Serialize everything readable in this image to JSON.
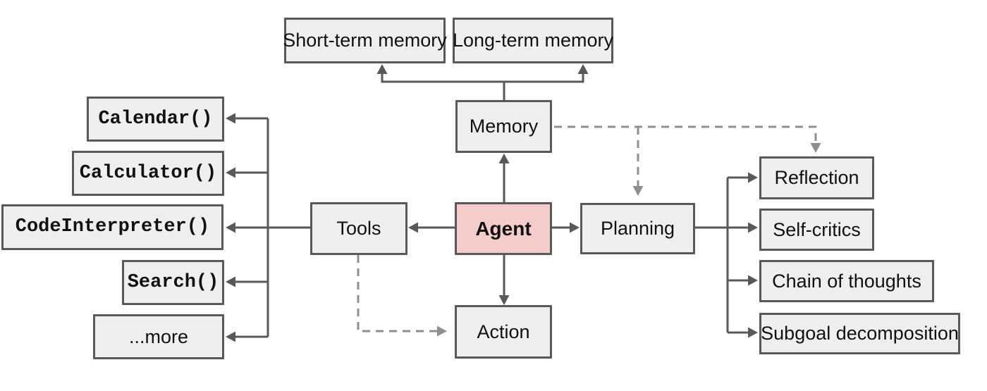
{
  "diagram": {
    "description": "Overview of an LLM-powered autonomous agent system",
    "colors": {
      "background": "#ffffff",
      "box_fill": "#efefef",
      "box_border": "#595959",
      "agent_fill": "#f4cccc",
      "solid_line": "#595959",
      "dashed_line": "#8f8f8f",
      "text": "#111111"
    },
    "nodes": {
      "short_term_memory": {
        "label": "Short-term memory"
      },
      "long_term_memory": {
        "label": "Long-term memory"
      },
      "memory": {
        "label": "Memory"
      },
      "agent": {
        "label": "Agent"
      },
      "tools": {
        "label": "Tools"
      },
      "planning": {
        "label": "Planning"
      },
      "action": {
        "label": "Action"
      },
      "calendar": {
        "label": "Calendar()"
      },
      "calculator": {
        "label": "Calculator()"
      },
      "code_interpreter": {
        "label": "CodeInterpreter()"
      },
      "search": {
        "label": "Search()"
      },
      "more": {
        "label": "...more"
      },
      "reflection": {
        "label": "Reflection"
      },
      "self_critics": {
        "label": "Self-critics"
      },
      "chain_of_thoughts": {
        "label": "Chain of thoughts"
      },
      "subgoal_decomposition": {
        "label": "Subgoal decomposition"
      }
    },
    "edges": [
      {
        "from": "memory",
        "to": "short_term_memory",
        "style": "solid"
      },
      {
        "from": "memory",
        "to": "long_term_memory",
        "style": "solid"
      },
      {
        "from": "agent",
        "to": "memory",
        "style": "solid"
      },
      {
        "from": "agent",
        "to": "tools",
        "style": "solid"
      },
      {
        "from": "agent",
        "to": "planning",
        "style": "solid"
      },
      {
        "from": "agent",
        "to": "action",
        "style": "solid"
      },
      {
        "from": "tools",
        "to": "calendar",
        "style": "solid"
      },
      {
        "from": "tools",
        "to": "calculator",
        "style": "solid"
      },
      {
        "from": "tools",
        "to": "code_interpreter",
        "style": "solid"
      },
      {
        "from": "tools",
        "to": "search",
        "style": "solid"
      },
      {
        "from": "tools",
        "to": "more",
        "style": "solid"
      },
      {
        "from": "planning",
        "to": "reflection",
        "style": "solid"
      },
      {
        "from": "planning",
        "to": "self_critics",
        "style": "solid"
      },
      {
        "from": "planning",
        "to": "chain_of_thoughts",
        "style": "solid"
      },
      {
        "from": "planning",
        "to": "subgoal_decomposition",
        "style": "solid"
      },
      {
        "from": "memory",
        "to": "planning",
        "style": "dashed"
      },
      {
        "from": "memory",
        "to": "reflection",
        "style": "dashed"
      },
      {
        "from": "tools",
        "to": "action",
        "style": "dashed"
      }
    ]
  }
}
